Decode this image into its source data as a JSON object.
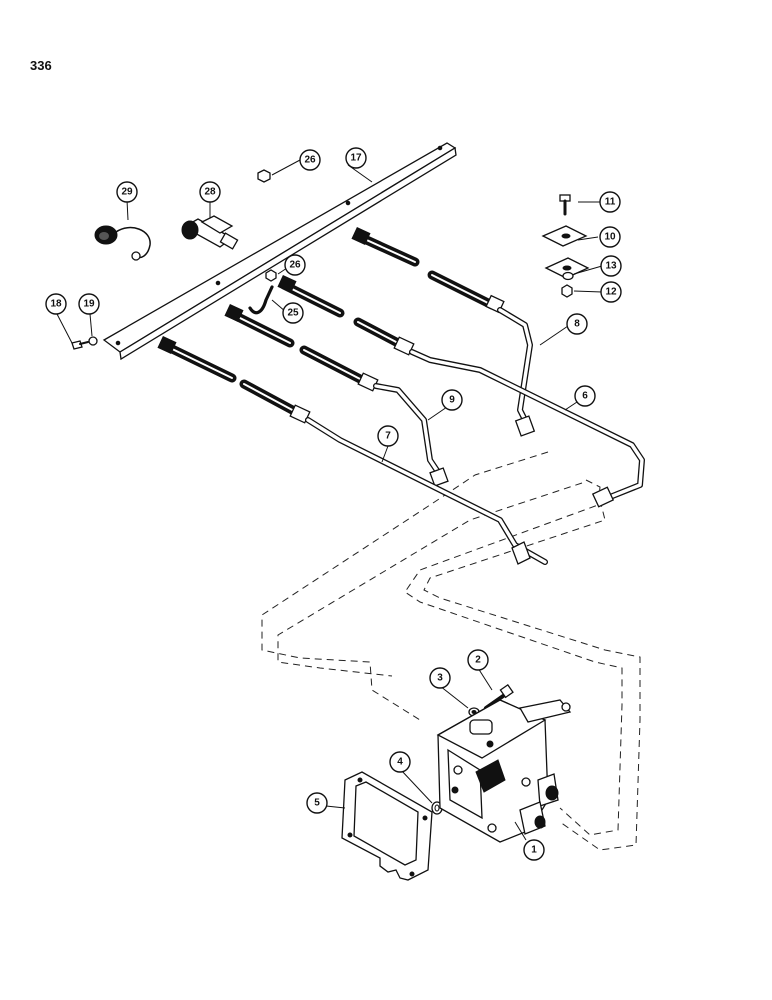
{
  "page": {
    "number": "336"
  },
  "callouts": [
    {
      "id": "c26a",
      "label": "26"
    },
    {
      "id": "c17",
      "label": "17"
    },
    {
      "id": "c29",
      "label": "29"
    },
    {
      "id": "c28",
      "label": "28"
    },
    {
      "id": "c11",
      "label": "11"
    },
    {
      "id": "c10",
      "label": "10"
    },
    {
      "id": "c13",
      "label": "13"
    },
    {
      "id": "c12",
      "label": "12"
    },
    {
      "id": "c26b",
      "label": "26"
    },
    {
      "id": "c25",
      "label": "25"
    },
    {
      "id": "c18",
      "label": "18"
    },
    {
      "id": "c19",
      "label": "19"
    },
    {
      "id": "c8",
      "label": "8"
    },
    {
      "id": "c6",
      "label": "6"
    },
    {
      "id": "c9",
      "label": "9"
    },
    {
      "id": "c7",
      "label": "7"
    },
    {
      "id": "c2",
      "label": "2"
    },
    {
      "id": "c3",
      "label": "3"
    },
    {
      "id": "c4",
      "label": "4"
    },
    {
      "id": "c5",
      "label": "5"
    },
    {
      "id": "c1",
      "label": "1"
    }
  ]
}
